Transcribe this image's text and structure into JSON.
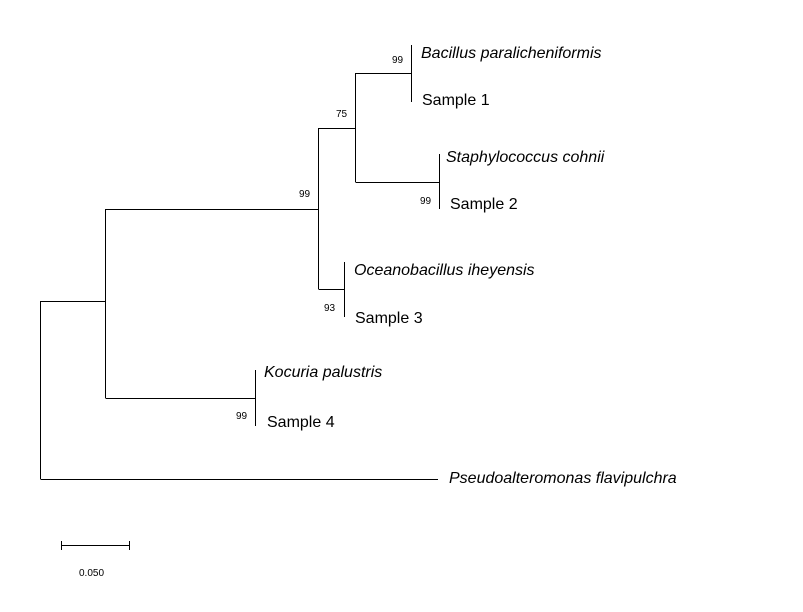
{
  "tree": {
    "taxa": [
      {
        "id": "bacillus",
        "label": "Bacillus paralicheniformis",
        "italic": true
      },
      {
        "id": "sample1",
        "label": "Sample 1",
        "italic": false
      },
      {
        "id": "staph",
        "label": "Staphylococcus cohnii",
        "italic": true
      },
      {
        "id": "sample2",
        "label": "Sample 2",
        "italic": false
      },
      {
        "id": "oceano",
        "label": "Oceanobacillus iheyensis",
        "italic": true
      },
      {
        "id": "sample3",
        "label": "Sample 3",
        "italic": false
      },
      {
        "id": "kocuria",
        "label": "Kocuria palustris",
        "italic": true
      },
      {
        "id": "sample4",
        "label": "Sample 4",
        "italic": false
      },
      {
        "id": "pseudo",
        "label": "Pseudoalteromonas flavipulchra",
        "italic": true
      }
    ],
    "bootstrap": {
      "bacillus_sample1": "99",
      "clade_bs12": "75",
      "staph_sample2": "99",
      "bacillales": "99",
      "oceano_sample3": "93",
      "kocuria_sample4": "99"
    },
    "scale_bar": {
      "label": "0.050"
    }
  }
}
